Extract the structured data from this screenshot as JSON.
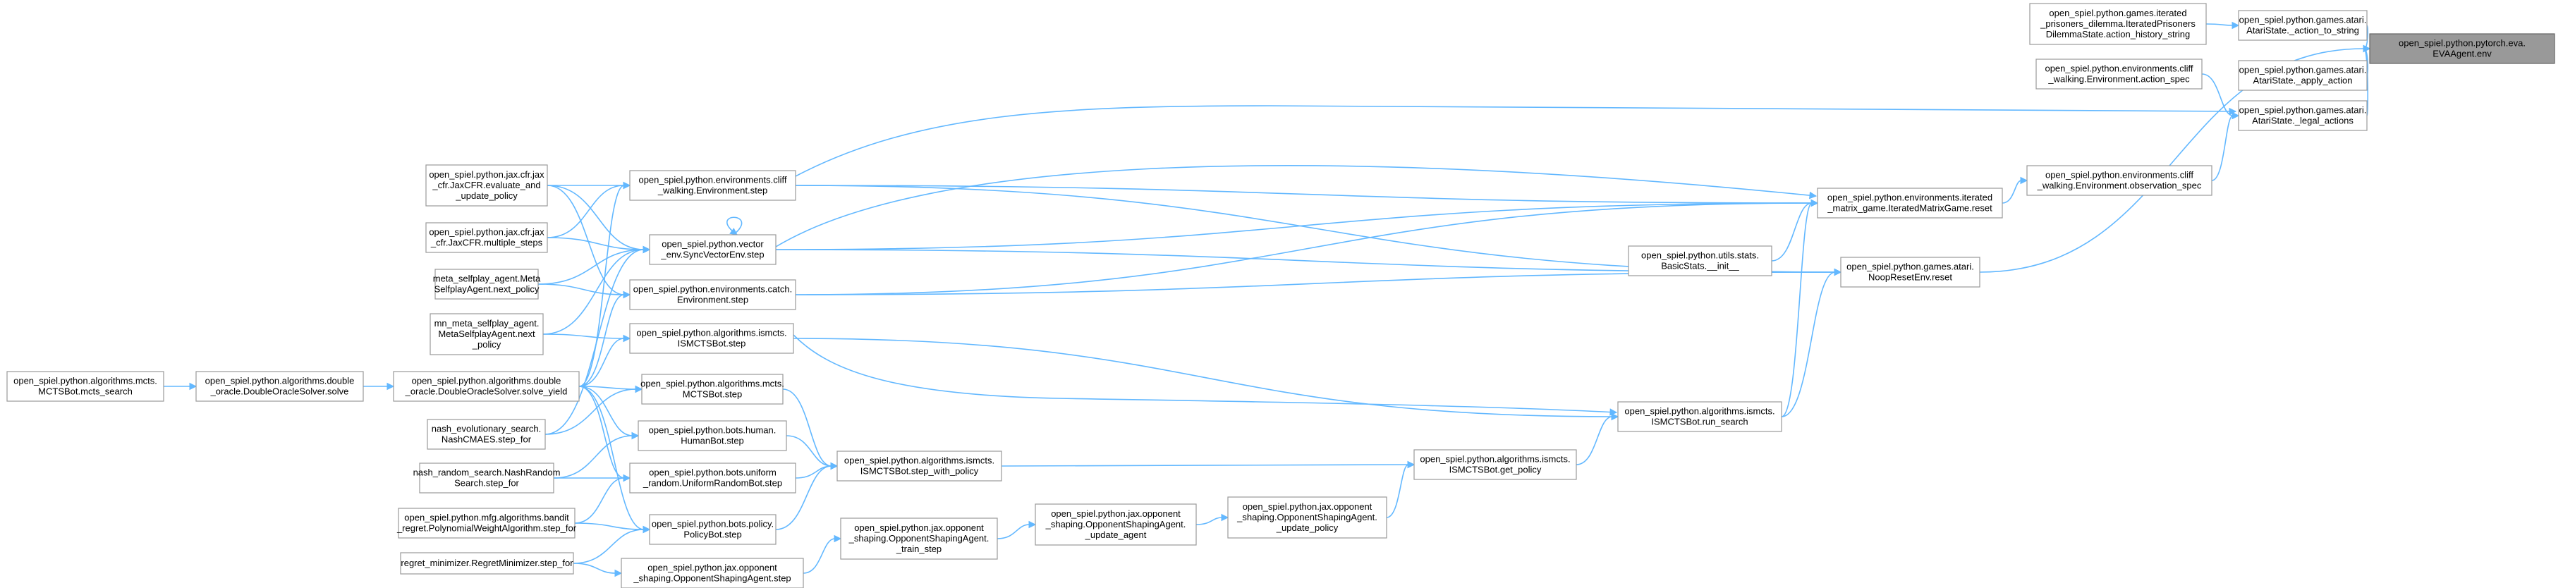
{
  "graph": {
    "root": "n_root",
    "nodes": [
      {
        "id": "n_root",
        "lines": [
          "open_spiel.python.pytorch.eva.",
          "EVAAgent.env"
        ],
        "highlight": true
      },
      {
        "id": "n_action_to_string",
        "lines": [
          "open_spiel.python.games.atari.",
          "AtariState._action_to_string"
        ]
      },
      {
        "id": "n_apply_action",
        "lines": [
          "open_spiel.python.games.atari.",
          "AtariState._apply_action"
        ]
      },
      {
        "id": "n_legal_actions",
        "lines": [
          "open_spiel.python.games.atari.",
          "AtariState._legal_actions"
        ]
      },
      {
        "id": "n_ipd_history",
        "lines": [
          "open_spiel.python.games.iterated",
          "_prisoners_dilemma.IteratedPrisoners",
          "DilemmaState.action_history_string"
        ]
      },
      {
        "id": "n_cliff_action_spec",
        "lines": [
          "open_spiel.python.environments.cliff",
          "_walking.Environment.action_spec"
        ]
      },
      {
        "id": "n_cliff_obs_spec",
        "lines": [
          "open_spiel.python.environments.cliff",
          "_walking.Environment.observation_spec"
        ]
      },
      {
        "id": "n_img_reset",
        "lines": [
          "open_spiel.python.environments.iterated",
          "_matrix_game.IteratedMatrixGame.reset"
        ]
      },
      {
        "id": "n_noop_reset",
        "lines": [
          "open_spiel.python.games.atari.",
          "NoopResetEnv.reset"
        ]
      },
      {
        "id": "n_basicstats_init",
        "lines": [
          "open_spiel.python.utils.stats.",
          "BasicStats.__init__"
        ]
      },
      {
        "id": "n_ismcts_run_search",
        "lines": [
          "open_spiel.python.algorithms.ismcts.",
          "ISMCTSBot.run_search"
        ]
      },
      {
        "id": "n_ismcts_get_policy",
        "lines": [
          "open_spiel.python.algorithms.ismcts.",
          "ISMCTSBot.get_policy"
        ]
      },
      {
        "id": "n_ismcts_step_with_policy",
        "lines": [
          "open_spiel.python.algorithms.ismcts.",
          "ISMCTSBot.step_with_policy"
        ]
      },
      {
        "id": "n_osa_update_policy",
        "lines": [
          "open_spiel.python.jax.opponent",
          "_shaping.OpponentShapingAgent.",
          "_update_policy"
        ]
      },
      {
        "id": "n_osa_update_agent",
        "lines": [
          "open_spiel.python.jax.opponent",
          "_shaping.OpponentShapingAgent.",
          "_update_agent"
        ]
      },
      {
        "id": "n_osa_train_step",
        "lines": [
          "open_spiel.python.jax.opponent",
          "_shaping.OpponentShapingAgent.",
          "_train_step"
        ]
      },
      {
        "id": "n_cliff_step",
        "lines": [
          "open_spiel.python.environments.cliff",
          "_walking.Environment.step"
        ]
      },
      {
        "id": "n_vector_step",
        "lines": [
          "open_spiel.python.vector",
          "_env.SyncVectorEnv.step"
        ]
      },
      {
        "id": "n_catch_step",
        "lines": [
          "open_spiel.python.environments.catch.",
          "Environment.step"
        ]
      },
      {
        "id": "n_ismcts_step",
        "lines": [
          "open_spiel.python.algorithms.ismcts.",
          "ISMCTSBot.step"
        ]
      },
      {
        "id": "n_mcts_step",
        "lines": [
          "open_spiel.python.algorithms.mcts.",
          "MCTSBot.step"
        ]
      },
      {
        "id": "n_human_step",
        "lines": [
          "open_spiel.python.bots.human.",
          "HumanBot.step"
        ]
      },
      {
        "id": "n_uniform_step",
        "lines": [
          "open_spiel.python.bots.uniform",
          "_random.UniformRandomBot.step"
        ]
      },
      {
        "id": "n_policy_step",
        "lines": [
          "open_spiel.python.bots.policy.",
          "PolicyBot.step"
        ]
      },
      {
        "id": "n_osa_step",
        "lines": [
          "open_spiel.python.jax.opponent",
          "_shaping.OpponentShapingAgent.step"
        ]
      },
      {
        "id": "n_jaxcfr_eval",
        "lines": [
          "open_spiel.python.jax.cfr.jax",
          "_cfr.JaxCFR.evaluate_and",
          "_update_policy"
        ]
      },
      {
        "id": "n_jaxcfr_multi",
        "lines": [
          "open_spiel.python.jax.cfr.jax",
          "_cfr.JaxCFR.multiple_steps"
        ]
      },
      {
        "id": "n_meta_next_policy",
        "lines": [
          "meta_selfplay_agent.Meta",
          "SelfplayAgent.next_policy"
        ]
      },
      {
        "id": "n_mn_meta_next_policy",
        "lines": [
          "mn_meta_selfplay_agent.",
          "MetaSelfplayAgent.next",
          "_policy"
        ]
      },
      {
        "id": "n_dos_solve_yield",
        "lines": [
          "open_spiel.python.algorithms.double",
          "_oracle.DoubleOracleSolver.solve_yield"
        ]
      },
      {
        "id": "n_nash_cmaes",
        "lines": [
          "nash_evolutionary_search.",
          "NashCMAES.step_for"
        ]
      },
      {
        "id": "n_nash_random",
        "lines": [
          "nash_random_search.NashRandom",
          "Search.step_for"
        ]
      },
      {
        "id": "n_bandit_regret",
        "lines": [
          "open_spiel.python.mfg.algorithms.bandit",
          "_regret.PolynomialWeightAlgorithm.step_for"
        ]
      },
      {
        "id": "n_regret_min",
        "lines": [
          "regret_minimizer.RegretMinimizer.step_for"
        ]
      },
      {
        "id": "n_dos_solve",
        "lines": [
          "open_spiel.python.algorithms.double",
          "_oracle.DoubleOracleSolver.solve"
        ]
      },
      {
        "id": "n_mcts_search",
        "lines": [
          "open_spiel.python.algorithms.mcts.",
          "MCTSBot.mcts_search"
        ]
      }
    ]
  }
}
